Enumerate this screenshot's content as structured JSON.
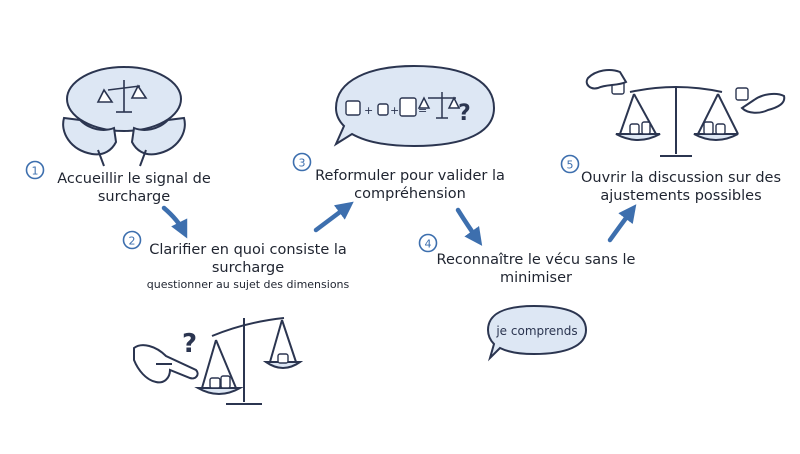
{
  "steps": [
    {
      "number": "1",
      "label": "Accueillir le signal de\nsurcharge"
    },
    {
      "number": "2",
      "label": "Clarifier en quoi consiste la\nsurcharge",
      "sublabel": "questionner au sujet des dimensions"
    },
    {
      "number": "3",
      "label": "Reformuler pour valider la\ncompréhension"
    },
    {
      "number": "4",
      "label": "Reconnaître le vécu sans le\nminimiser"
    },
    {
      "number": "5",
      "label": "Ouvrir la discussion sur des\najustements possibles"
    }
  ],
  "bubble_text": "je comprends",
  "equation_symbols": {
    "plus": "+",
    "equals": "=",
    "question": "?"
  },
  "colors": {
    "ink": "#2b3550",
    "arrow": "#3d6fae",
    "bubble_fill": "#dde7f4",
    "bubble_stroke": "#2b3550",
    "badge_fill": "#ffffff",
    "badge_stroke": "#3d6fae"
  },
  "icons": [
    "scale-icon",
    "hands-icon",
    "pointing-hand-icon",
    "question-icon",
    "weight-icon",
    "speech-bubble-icon"
  ]
}
